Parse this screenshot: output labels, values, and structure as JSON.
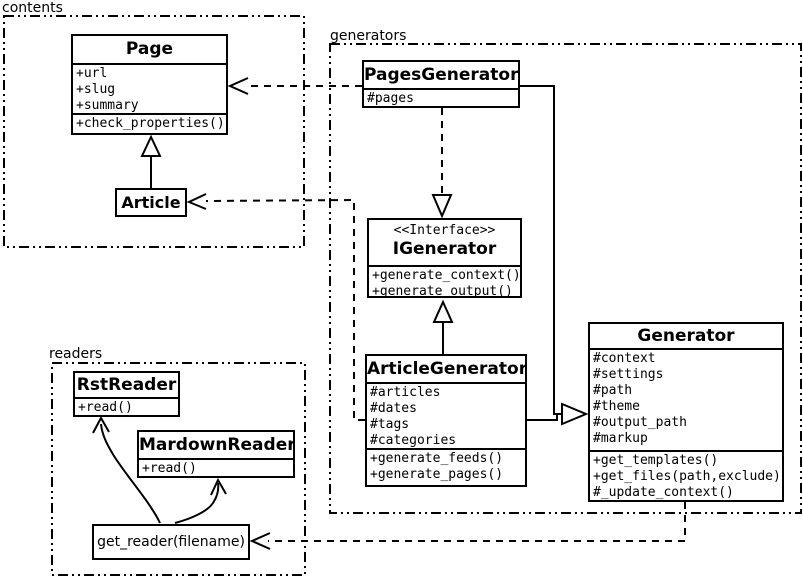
{
  "colors": {
    "stroke": "#000000",
    "background": "#ffffff"
  },
  "packages": {
    "contents": {
      "label": "contents"
    },
    "generators": {
      "label": "generators"
    },
    "readers": {
      "label": "readers"
    }
  },
  "classes": {
    "page": {
      "name": "Page",
      "attributes": [
        "+url",
        "+slug",
        "+summary"
      ],
      "methods": [
        "+check_properties()"
      ]
    },
    "article": {
      "name": "Article"
    },
    "pages_generator": {
      "name": "PagesGenerator",
      "attributes": [
        "#pages"
      ]
    },
    "igenerator": {
      "stereotype": "<<Interface>>",
      "name": "IGenerator",
      "methods": [
        "+generate_context()",
        "+generate_output()"
      ]
    },
    "article_generator": {
      "name": "ArticleGenerator",
      "attributes": [
        "#articles",
        "#dates",
        "#tags",
        "#categories"
      ],
      "methods": [
        "+generate_feeds()",
        "+generate_pages()"
      ]
    },
    "generator": {
      "name": "Generator",
      "attributes": [
        "#context",
        "#settings",
        "#path",
        "#theme",
        "#output_path",
        "#markup"
      ],
      "methods": [
        "+get_templates()",
        "+get_files(path,exclude)",
        "#_update_context()"
      ]
    },
    "rst_reader": {
      "name": "RstReader",
      "methods": [
        "+read()"
      ]
    },
    "mardown_reader": {
      "name": "MardownReader",
      "methods": [
        "+read()"
      ]
    },
    "get_reader": {
      "label": "get_reader(filename)"
    }
  },
  "relations": [
    {
      "from": "Article",
      "to": "Page",
      "type": "inheritance"
    },
    {
      "from": "PagesGenerator",
      "to": "IGenerator",
      "type": "realization"
    },
    {
      "from": "ArticleGenerator",
      "to": "IGenerator",
      "type": "inheritance"
    },
    {
      "from": "PagesGenerator",
      "to": "Generator",
      "type": "inheritance"
    },
    {
      "from": "ArticleGenerator",
      "to": "Generator",
      "type": "inheritance"
    },
    {
      "from": "PagesGenerator",
      "to": "Page",
      "type": "dependency"
    },
    {
      "from": "ArticleGenerator",
      "to": "Article",
      "type": "dependency"
    },
    {
      "from": "Generator",
      "to": "get_reader(filename)",
      "type": "dependency"
    },
    {
      "from": "get_reader(filename)",
      "to": "RstReader",
      "type": "call"
    },
    {
      "from": "get_reader(filename)",
      "to": "MardownReader",
      "type": "call"
    }
  ]
}
